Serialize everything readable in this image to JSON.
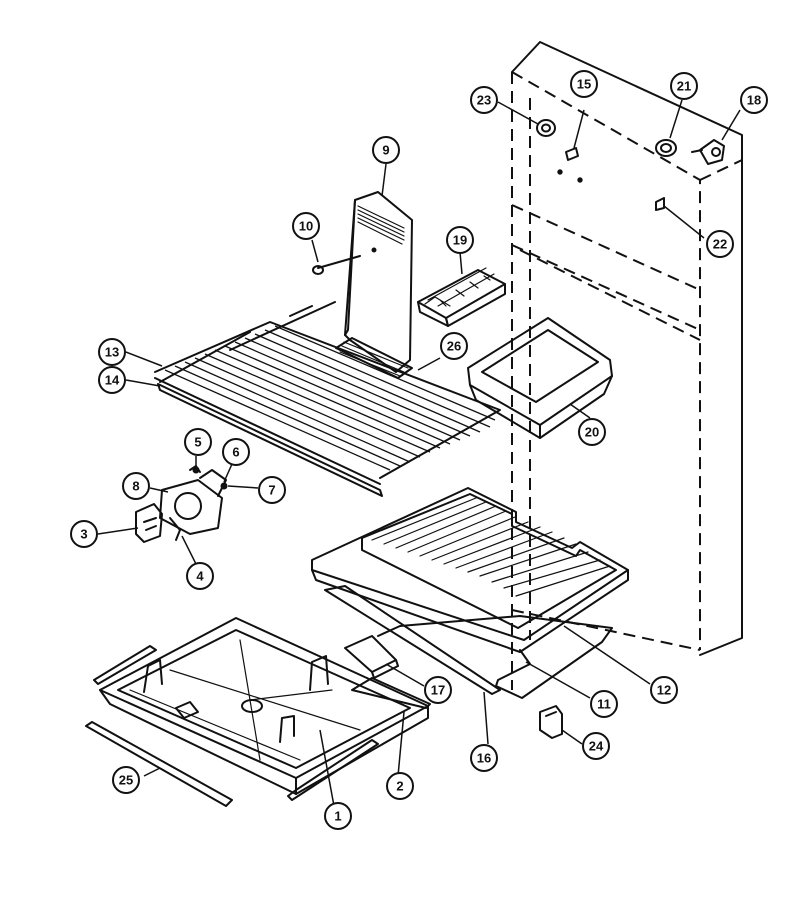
{
  "diagram": {
    "callouts": [
      {
        "id": "c1",
        "label": "1"
      },
      {
        "id": "c2",
        "label": "2"
      },
      {
        "id": "c3",
        "label": "3"
      },
      {
        "id": "c4",
        "label": "4"
      },
      {
        "id": "c5",
        "label": "5"
      },
      {
        "id": "c6",
        "label": "6"
      },
      {
        "id": "c7",
        "label": "7"
      },
      {
        "id": "c8",
        "label": "8"
      },
      {
        "id": "c9",
        "label": "9"
      },
      {
        "id": "c10",
        "label": "10"
      },
      {
        "id": "c11",
        "label": "11"
      },
      {
        "id": "c12",
        "label": "12"
      },
      {
        "id": "c13",
        "label": "13"
      },
      {
        "id": "c14",
        "label": "14"
      },
      {
        "id": "c15",
        "label": "15"
      },
      {
        "id": "c16",
        "label": "16"
      },
      {
        "id": "c17",
        "label": "17"
      },
      {
        "id": "c18",
        "label": "18"
      },
      {
        "id": "c19",
        "label": "19"
      },
      {
        "id": "c20",
        "label": "20"
      },
      {
        "id": "c21",
        "label": "21"
      },
      {
        "id": "c22",
        "label": "22"
      },
      {
        "id": "c23",
        "label": "23"
      },
      {
        "id": "c24",
        "label": "24"
      },
      {
        "id": "c25",
        "label": "25"
      },
      {
        "id": "c26",
        "label": "26"
      }
    ],
    "colors": {
      "line": "#111111",
      "background": "#ffffff"
    }
  }
}
